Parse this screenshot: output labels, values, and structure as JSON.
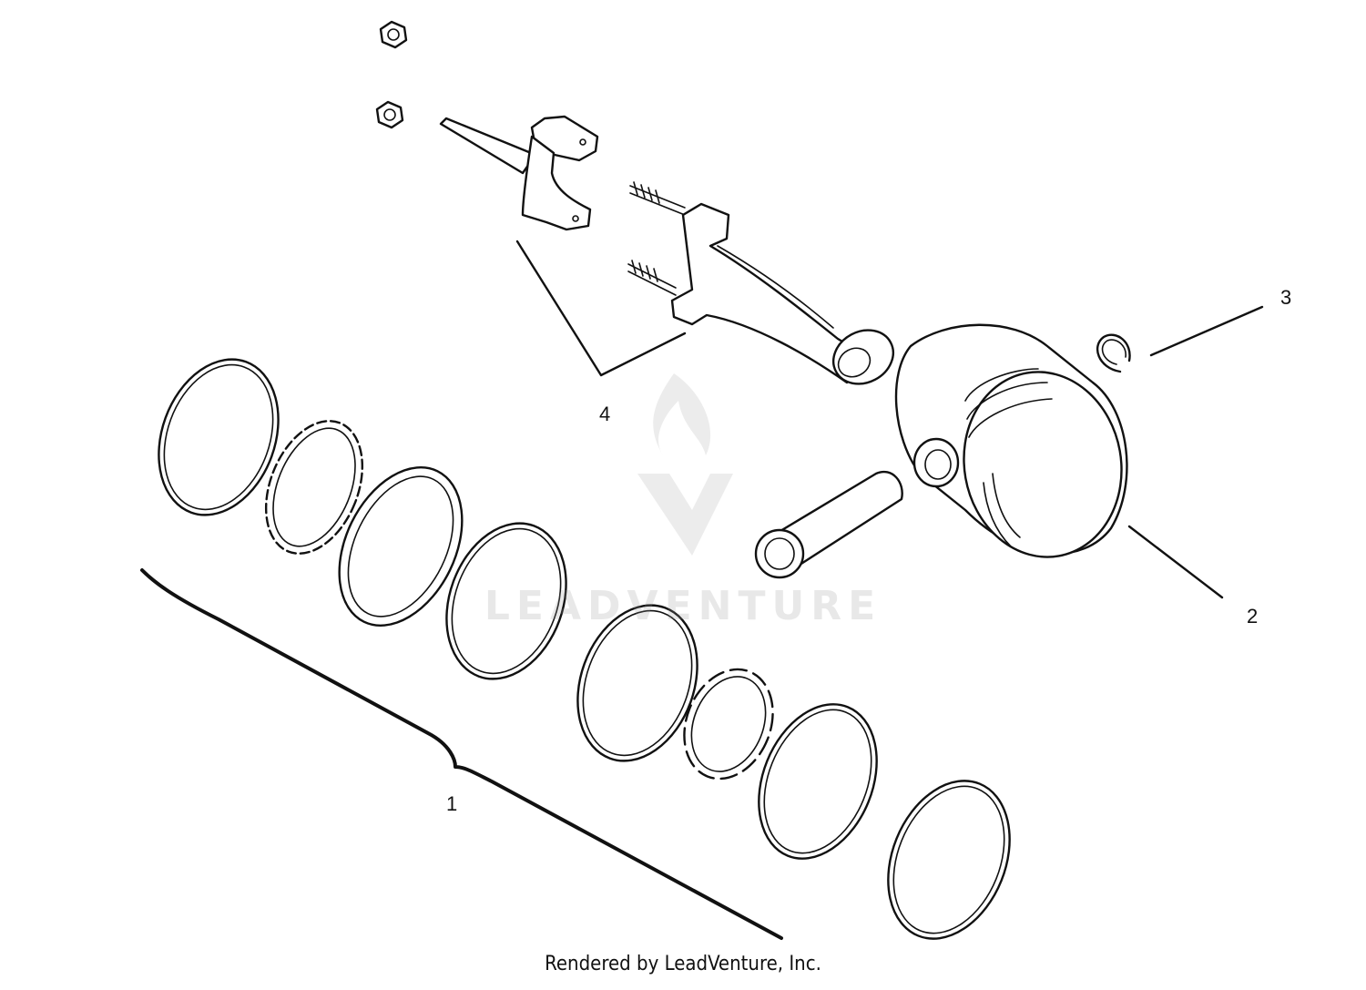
{
  "callouts": [
    {
      "id": "1",
      "label": "1"
    },
    {
      "id": "2",
      "label": "2"
    },
    {
      "id": "3",
      "label": "3"
    },
    {
      "id": "4",
      "label": "4"
    }
  ],
  "watermark": {
    "text": "LEADVENTURE"
  },
  "footer": {
    "text": "Rendered by LeadVenture, Inc."
  },
  "colors": {
    "line": "#111111",
    "background": "#ffffff",
    "watermark": "#cccccc"
  }
}
